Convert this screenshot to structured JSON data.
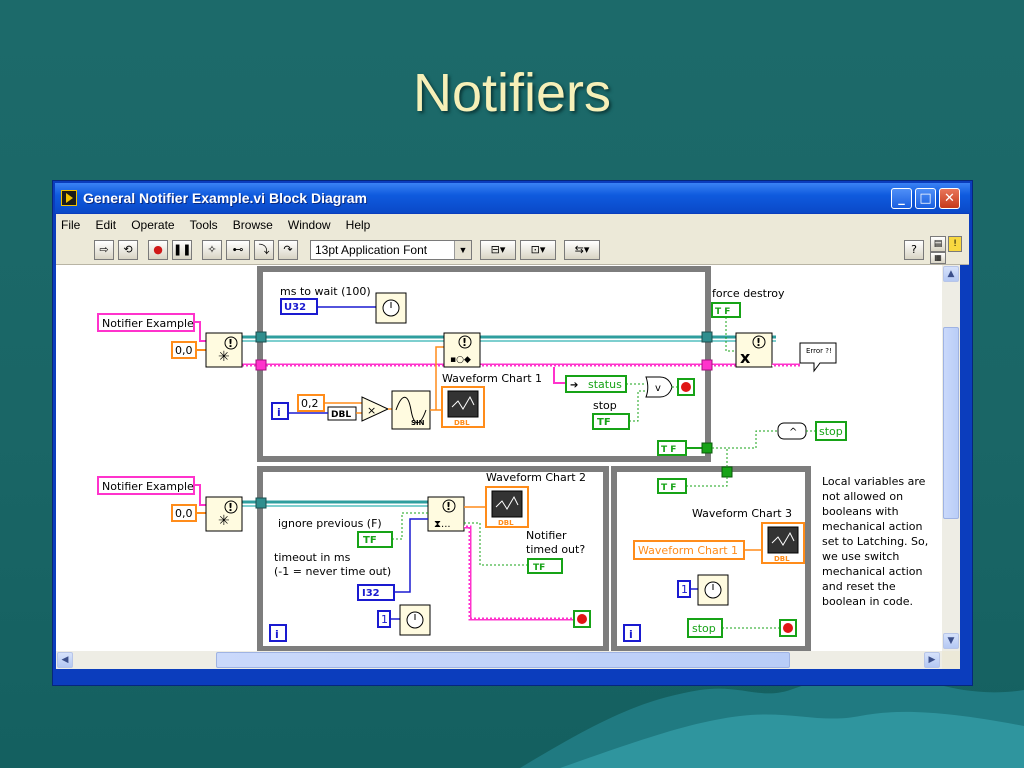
{
  "slide": {
    "title": "Notifiers"
  },
  "window": {
    "title": "General Notifier Example.vi Block Diagram",
    "menu": [
      "File",
      "Edit",
      "Operate",
      "Tools",
      "Browse",
      "Window",
      "Help"
    ],
    "font_selector": "13pt Application Font"
  },
  "diagram": {
    "upper_loop": {
      "ms_to_wait_label": "ms to wait (100)",
      "u32": "U32",
      "zero_zero": "0,0",
      "notifier_label": "Notifier Example",
      "const_02": "0,2",
      "dbl": "DBL",
      "sin": "SIN",
      "chart_label": "Waveform Chart 1",
      "status": "status",
      "stop": "stop",
      "tf": "TF",
      "iter": "i",
      "or_op": "v"
    },
    "force_destroy": "force destroy",
    "tf_small": "T F",
    "error_label": "Error ?!",
    "and_op": "^",
    "stop_out": "stop",
    "lower_loop": {
      "notifier_label": "Notifier Example",
      "zero_zero": "0,0",
      "chart_label": "Waveform Chart 2",
      "ignore_previous": "ignore previous (F)",
      "timeout_line1": "timeout in ms",
      "timeout_line2": "(-1 = never time out)",
      "i32": "I32",
      "notifier_timed_out_1": "Notifier",
      "notifier_timed_out_2": "timed out?",
      "one": "1",
      "iter": "i",
      "tf": "TF"
    },
    "right_loop": {
      "chart_label": "Waveform Chart 3",
      "local_var": "Waveform Chart 1",
      "one": "1",
      "stop": "stop",
      "iter": "i"
    },
    "comment": [
      "Local variables are",
      "not allowed on",
      "booleans with",
      "mechanical action",
      "set to Latching. So,",
      "we use switch",
      "mechanical action",
      "and reset the",
      "boolean in code."
    ]
  }
}
